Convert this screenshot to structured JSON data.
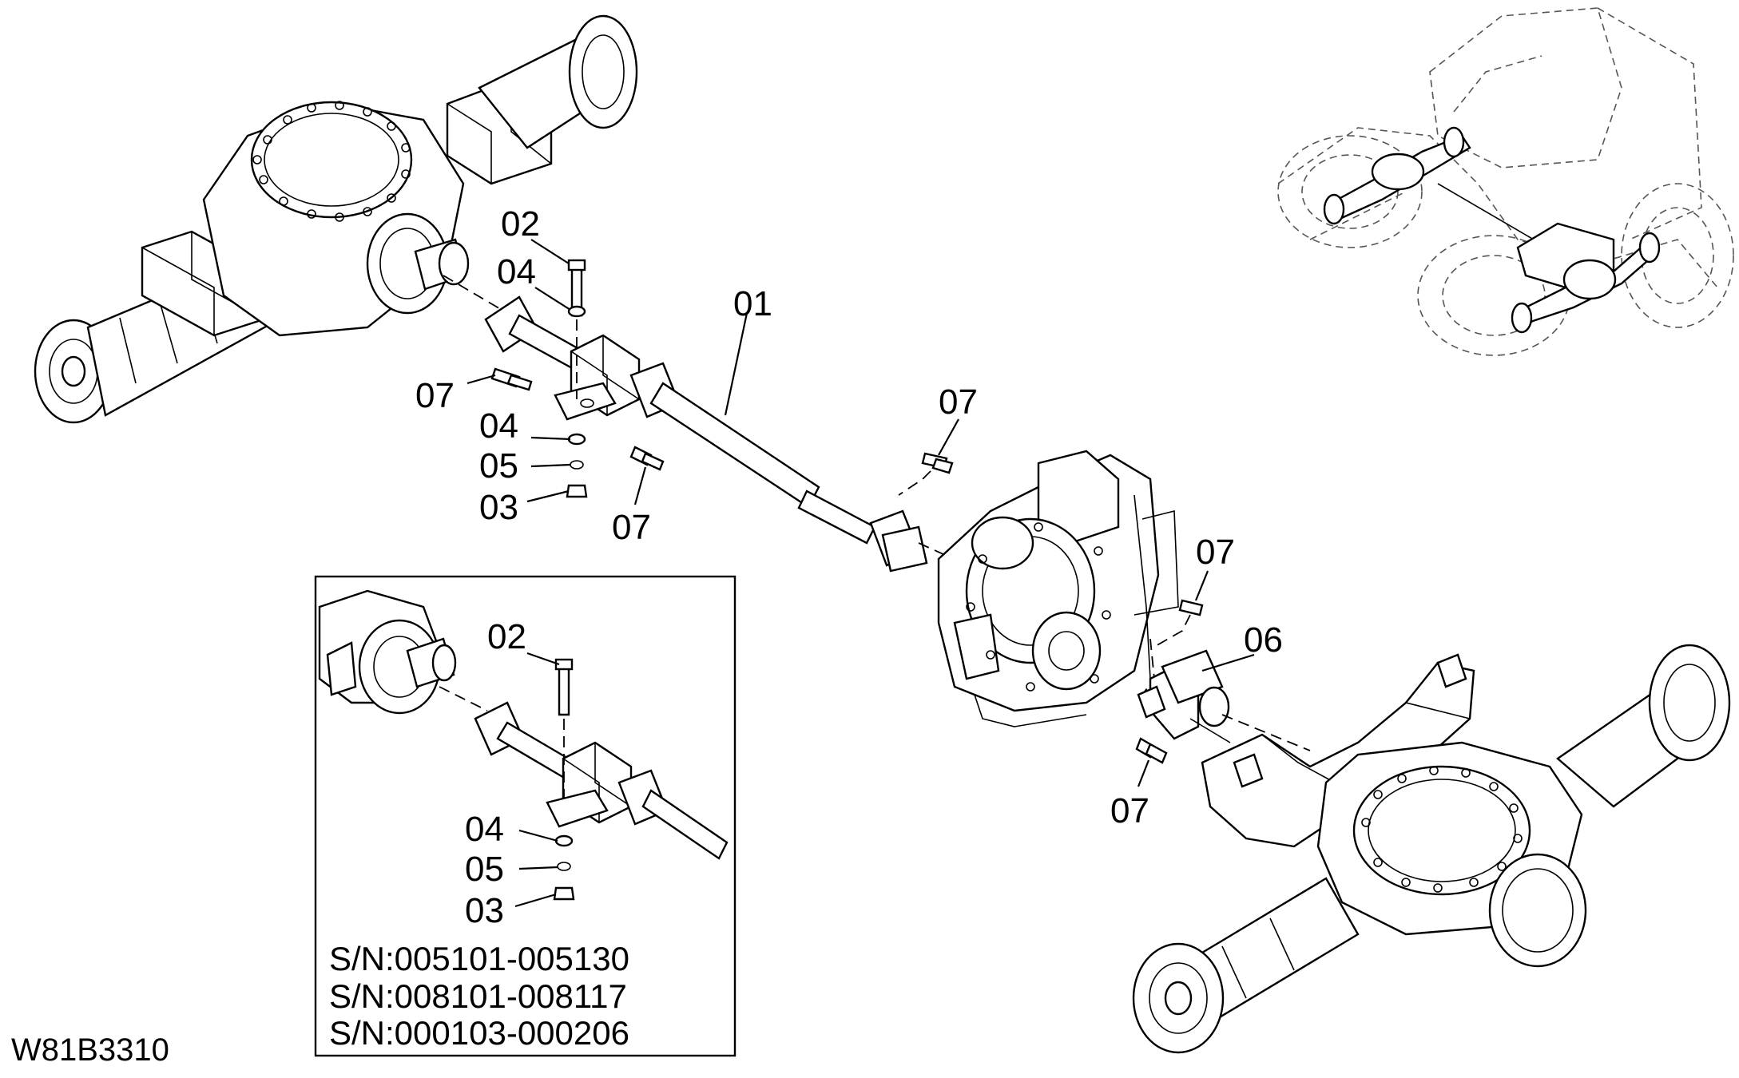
{
  "drawing_code": "W81B3310",
  "callouts": {
    "top_02": "02",
    "top_04a": "04",
    "top_07_left": "07",
    "top_04b": "04",
    "top_05": "05",
    "top_03": "03",
    "top_07_mid": "07",
    "shaft_01": "01",
    "trans_07": "07",
    "right_07_top": "07",
    "right_06": "06",
    "right_07_bottom": "07",
    "inset_02": "02",
    "inset_04": "04",
    "inset_05": "05",
    "inset_03": "03"
  },
  "inset": {
    "serial_ranges": [
      "S/N:005101-005130",
      "S/N:008101-008117",
      "S/N:000103-000206"
    ]
  }
}
